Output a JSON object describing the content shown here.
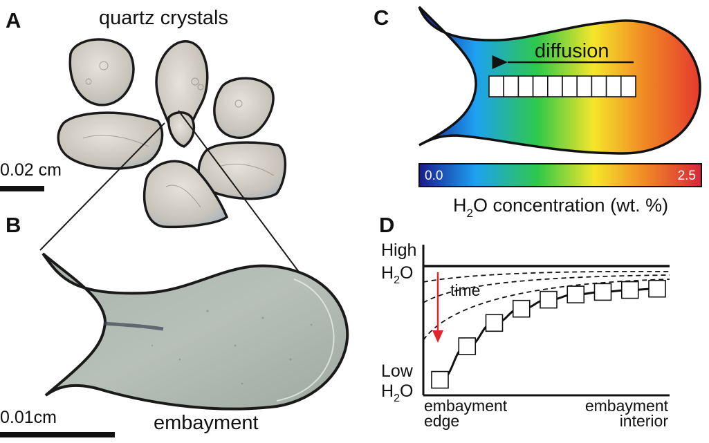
{
  "panels": {
    "a": {
      "letter": "A",
      "title": "quartz crystals",
      "scale_label": "0.02 cm"
    },
    "b": {
      "letter": "B",
      "scale_label": "0.01cm",
      "caption": "embayment"
    },
    "c": {
      "letter": "C",
      "arrow_label": "diffusion",
      "colorbar_min": "0.0",
      "colorbar_max": "2.5",
      "colorbar_label_prefix": "H",
      "colorbar_label_sub": "2",
      "colorbar_label_suffix": "O concentration (wt. %)",
      "colormap": [
        "#1a1a8c",
        "#1da1f2",
        "#2ec84a",
        "#f5e62a",
        "#f08a24",
        "#e53a2e"
      ]
    },
    "d": {
      "letter": "D",
      "y_high_1": "High",
      "y_high_2_prefix": "H",
      "y_high_2_sub": "2",
      "y_high_2_suffix": "O",
      "y_low_1": "Low",
      "y_low_2_prefix": "H",
      "y_low_2_sub": "2",
      "y_low_2_suffix": "O",
      "time_label": "time",
      "x_left_1": "embayment",
      "x_left_2": "edge",
      "x_right_1": "embayment",
      "x_right_2": "interior",
      "profile_values": [
        0.12,
        0.38,
        0.56,
        0.67,
        0.74,
        0.78,
        0.8,
        0.815,
        0.825
      ],
      "arrow_color": "#e0262a"
    }
  }
}
